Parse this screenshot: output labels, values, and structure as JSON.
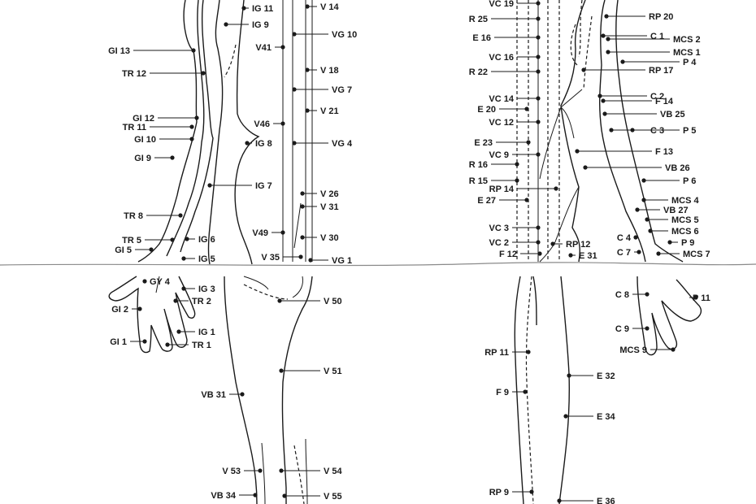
{
  "chart_data": {
    "type": "diagram",
    "panels": [
      {
        "name": "left-arm-back-leg",
        "labels": [
          "IG 11",
          "IG 9",
          "V 14",
          "VG 10",
          "GI 13",
          "V41",
          "TR 12",
          "V 18",
          "VG 7",
          "V 21",
          "GI 12",
          "V46",
          "TR 11",
          "GI 10",
          "IG 8",
          "VG 4",
          "GI 9",
          "IG 7",
          "V 26",
          "TR 8",
          "V 31",
          "V49",
          "V 30",
          "TR 5",
          "IG 6",
          "GI 5",
          "V 35",
          "IG 5",
          "VG 1",
          "GY 4",
          "IG 3",
          "TR 2",
          "GI 2",
          "IG 1",
          "GI 1",
          "TR 1",
          "V 50",
          "V 51",
          "VB 31",
          "V 53",
          "V 54",
          "VB 34",
          "V 55"
        ]
      },
      {
        "name": "right-front-trunk-leg",
        "labels": [
          "VC 19",
          "R 25",
          "RP 20",
          "E 16",
          "C 1",
          "MCS 2",
          "VC 16",
          "MCS 1",
          "P 4",
          "R 22",
          "RP 17",
          "C 2",
          "VC 14",
          "F 14",
          "E 20",
          "VB 25",
          "VC 12",
          "C 3",
          "P 5",
          "E 23",
          "F 13",
          "VC 9",
          "R 16",
          "VB 26",
          "R 15",
          "P 6",
          "RP 14",
          "E 27",
          "MCS 4",
          "VB 27",
          "MCS 5",
          "VC 3",
          "MCS 6",
          "C 4",
          "P 9",
          "VC 2",
          "RP 12",
          "C 7",
          "MCS 7",
          "F 12",
          "E 31",
          "C 8",
          "P 11",
          "C 9",
          "MCS 9",
          "RP 11",
          "E 32",
          "F 9",
          "E 34",
          "RP 9",
          "E 36"
        ]
      }
    ]
  }
}
